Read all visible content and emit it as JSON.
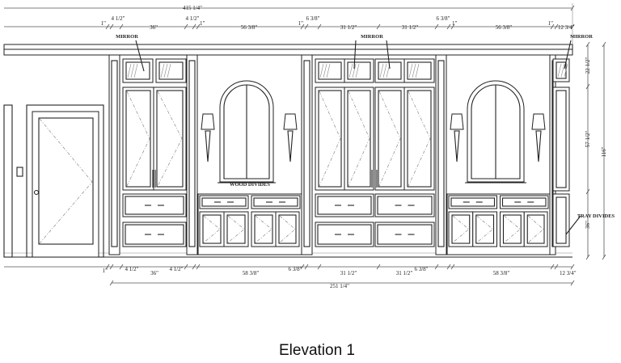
{
  "drawing": {
    "title": "Elevation 1",
    "top_dimensions": {
      "overall": "415 1/4\"",
      "segments": [
        "1\"",
        "4 1/2\"",
        "36\"",
        "4 1/2\"",
        "1\"",
        "56 3/8\"",
        "1\"",
        "6 3/8\"",
        "31 1/2\"",
        "31 1/2\"",
        "6 3/8\"",
        "1\"",
        "56 3/8\"",
        "1\"",
        "12 3/4\""
      ]
    },
    "bottom_dimensions": {
      "overall": "251 1/4\"",
      "segments": [
        "1\"",
        "4 1/2\"",
        "36\"",
        "4 1/2\"",
        "58 3/8\"",
        "6 3/8\"",
        "31 1/2\"",
        "31 1/2\"",
        "6 3/8\"",
        "58 3/8\"",
        "12 3/4\""
      ]
    },
    "vertical_dimensions": {
      "upper": "22 1/2\"",
      "middle": "57 1/2\"",
      "lower": "36\"",
      "overall": "116\""
    },
    "notes": {
      "mirror": "MIRROR",
      "wood_divides": "WOOD DIVIDES",
      "tray_divides": "TRAY DIVIDES"
    }
  }
}
